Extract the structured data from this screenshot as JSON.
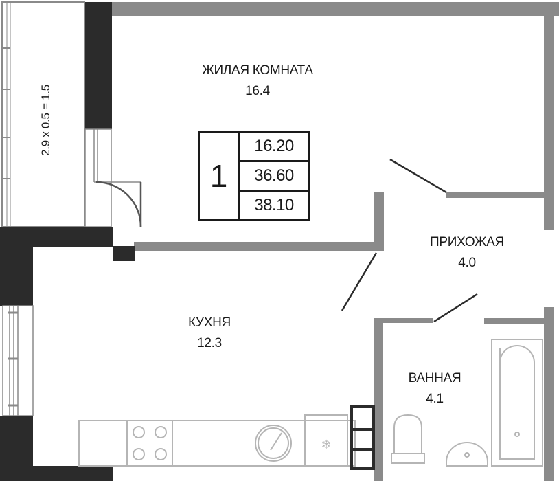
{
  "rooms": {
    "living": {
      "name": "ЖИЛАЯ КОМНАТА",
      "area": "16.4"
    },
    "hallway": {
      "name": "ПРИХОЖАЯ",
      "area": "4.0"
    },
    "kitchen": {
      "name": "КУХНЯ",
      "area": "12.3"
    },
    "bathroom": {
      "name": "ВАННАЯ",
      "area": "4.1"
    }
  },
  "balcony": {
    "label": "2.9 x 0.5 = 1.5"
  },
  "summary": {
    "room_count": "1",
    "living_area": "16.20",
    "total_area": "36.60",
    "total_area_with_balcony": "38.10"
  },
  "colors": {
    "wall_dark": "#2b2b2b",
    "wall_gray": "#8a8a8a",
    "fixture": "#b5b5b5",
    "text": "#1a1a1a"
  }
}
